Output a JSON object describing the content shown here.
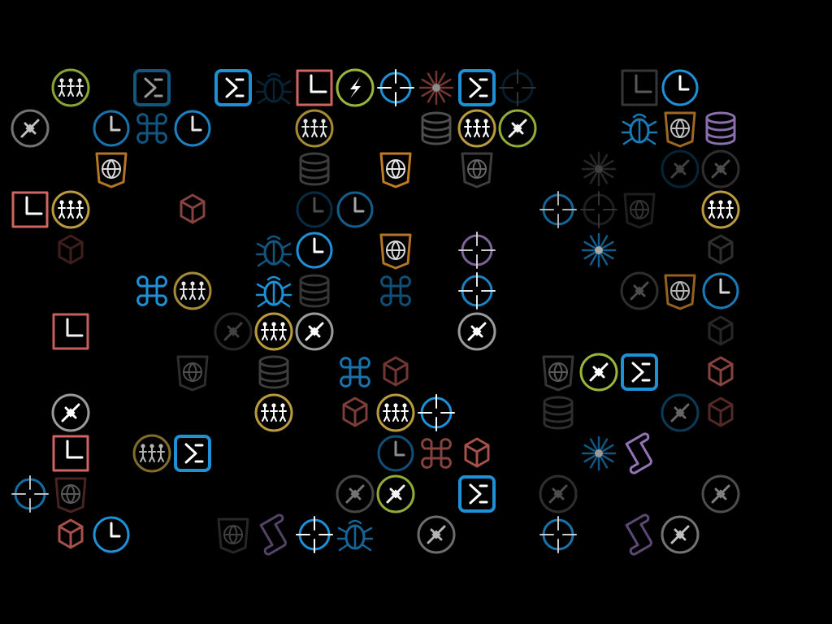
{
  "colors": {
    "background": "#000000",
    "white": "#ffffff",
    "blue": "#1e90d6",
    "green": "#9ab53c",
    "red": "#d0655f",
    "orange": "#d38a2e",
    "purple": "#9a7bc0",
    "grey": "#9a9a9a",
    "goldenrod": "#b99b3e"
  },
  "grid": {
    "columns": 18,
    "rows": 12
  },
  "icons": [
    {
      "c": 2,
      "r": 0,
      "type": "people-circle",
      "color": "green",
      "level": 0.9
    },
    {
      "c": 4,
      "r": 0,
      "type": "sigma-box",
      "color": "blue",
      "level": 0.6
    },
    {
      "c": 6,
      "r": 0,
      "type": "sigma-box",
      "color": "blue",
      "level": 1
    },
    {
      "c": 7,
      "r": 0,
      "type": "bug",
      "color": "blue",
      "level": 0.25
    },
    {
      "c": 8,
      "r": 0,
      "type": "clock-box",
      "color": "red",
      "level": 1
    },
    {
      "c": 9,
      "r": 0,
      "type": "bolt-circle",
      "color": "green",
      "level": 1
    },
    {
      "c": 10,
      "r": 0,
      "type": "crosshair",
      "color": "blue",
      "level": 1
    },
    {
      "c": 11,
      "r": 0,
      "type": "star-burst",
      "color": "red",
      "level": 0.55
    },
    {
      "c": 12,
      "r": 0,
      "type": "sigma-box",
      "color": "blue",
      "level": 1
    },
    {
      "c": 13,
      "r": 0,
      "type": "crosshair",
      "color": "blue",
      "level": 0.2
    },
    {
      "c": 16,
      "r": 0,
      "type": "clock-box",
      "color": "grey",
      "level": 0.35
    },
    {
      "c": 17,
      "r": 0,
      "type": "clock-circle",
      "color": "blue",
      "level": 1
    },
    {
      "c": 1,
      "r": 1,
      "type": "satellite-circle",
      "color": "grey",
      "level": 0.75
    },
    {
      "c": 3,
      "r": 1,
      "type": "clock-circle",
      "color": "blue",
      "level": 0.8
    },
    {
      "c": 4,
      "r": 1,
      "type": "command",
      "color": "blue",
      "level": 0.6
    },
    {
      "c": 5,
      "r": 1,
      "type": "clock-circle",
      "color": "blue",
      "level": 0.9
    },
    {
      "c": 8,
      "r": 1,
      "type": "people-circle",
      "color": "goldenrod",
      "level": 0.9
    },
    {
      "c": 11,
      "r": 1,
      "type": "database",
      "color": "grey",
      "level": 0.5
    },
    {
      "c": 12,
      "r": 1,
      "type": "people-circle",
      "color": "goldenrod",
      "level": 1
    },
    {
      "c": 13,
      "r": 1,
      "type": "satellite-circle",
      "color": "green",
      "level": 0.95
    },
    {
      "c": 16,
      "r": 1,
      "type": "bug",
      "color": "blue",
      "level": 0.85
    },
    {
      "c": 17,
      "r": 1,
      "type": "globe-shield",
      "color": "orange",
      "level": 0.75
    },
    {
      "c": 18,
      "r": 1,
      "type": "database",
      "color": "purple",
      "level": 0.9
    },
    {
      "c": 3,
      "r": 2,
      "type": "globe-shield",
      "color": "orange",
      "level": 0.85
    },
    {
      "c": 8,
      "r": 2,
      "type": "database",
      "color": "grey",
      "level": 0.4
    },
    {
      "c": 10,
      "r": 2,
      "type": "globe-shield",
      "color": "orange",
      "level": 0.9
    },
    {
      "c": 12,
      "r": 2,
      "type": "globe-shield",
      "color": "grey",
      "level": 0.4
    },
    {
      "c": 15,
      "r": 2,
      "type": "star-burst",
      "color": "grey",
      "level": 0.25
    },
    {
      "c": 17,
      "r": 2,
      "type": "satellite-circle",
      "color": "blue",
      "level": 0.25
    },
    {
      "c": 18,
      "r": 2,
      "type": "satellite-circle",
      "color": "grey",
      "level": 0.3
    },
    {
      "c": 1,
      "r": 3,
      "type": "clock-box",
      "color": "red",
      "level": 1
    },
    {
      "c": 2,
      "r": 3,
      "type": "people-circle",
      "color": "goldenrod",
      "level": 1
    },
    {
      "c": 5,
      "r": 3,
      "type": "cube",
      "color": "red",
      "level": 0.65
    },
    {
      "c": 8,
      "r": 3,
      "type": "clock-circle",
      "color": "blue",
      "level": 0.3
    },
    {
      "c": 9,
      "r": 3,
      "type": "clock-circle",
      "color": "blue",
      "level": 0.65
    },
    {
      "c": 14,
      "r": 3,
      "type": "crosshair",
      "color": "blue",
      "level": 0.7
    },
    {
      "c": 15,
      "r": 3,
      "type": "crosshair",
      "color": "grey",
      "level": 0.2
    },
    {
      "c": 16,
      "r": 3,
      "type": "globe-shield",
      "color": "grey",
      "level": 0.2
    },
    {
      "c": 18,
      "r": 3,
      "type": "people-circle",
      "color": "goldenrod",
      "level": 1
    },
    {
      "c": 2,
      "r": 4,
      "type": "cube",
      "color": "red",
      "level": 0.3
    },
    {
      "c": 7,
      "r": 4,
      "type": "bug",
      "color": "blue",
      "level": 0.6
    },
    {
      "c": 8,
      "r": 4,
      "type": "clock-circle",
      "color": "blue",
      "level": 1
    },
    {
      "c": 10,
      "r": 4,
      "type": "globe-shield",
      "color": "orange",
      "level": 0.85
    },
    {
      "c": 12,
      "r": 4,
      "type": "crosshair",
      "color": "purple",
      "level": 0.8
    },
    {
      "c": 15,
      "r": 4,
      "type": "star-burst",
      "color": "blue",
      "level": 0.65
    },
    {
      "c": 18,
      "r": 4,
      "type": "cube",
      "color": "grey",
      "level": 0.3
    },
    {
      "c": 4,
      "r": 5,
      "type": "command",
      "color": "blue",
      "level": 1
    },
    {
      "c": 5,
      "r": 5,
      "type": "people-circle",
      "color": "goldenrod",
      "level": 0.9
    },
    {
      "c": 7,
      "r": 5,
      "type": "bug",
      "color": "blue",
      "level": 1
    },
    {
      "c": 8,
      "r": 5,
      "type": "database",
      "color": "grey",
      "level": 0.35
    },
    {
      "c": 10,
      "r": 5,
      "type": "command",
      "color": "blue",
      "level": 0.55
    },
    {
      "c": 12,
      "r": 5,
      "type": "crosshair",
      "color": "blue",
      "level": 0.9
    },
    {
      "c": 16,
      "r": 5,
      "type": "satellite-circle",
      "color": "grey",
      "level": 0.3
    },
    {
      "c": 17,
      "r": 5,
      "type": "globe-shield",
      "color": "orange",
      "level": 0.7
    },
    {
      "c": 18,
      "r": 5,
      "type": "clock-circle",
      "color": "blue",
      "level": 0.85
    },
    {
      "c": 2,
      "r": 6,
      "type": "clock-box",
      "color": "red",
      "level": 0.95
    },
    {
      "c": 6,
      "r": 6,
      "type": "satellite-circle",
      "color": "grey",
      "level": 0.25
    },
    {
      "c": 7,
      "r": 6,
      "type": "people-circle",
      "color": "goldenrod",
      "level": 1
    },
    {
      "c": 8,
      "r": 6,
      "type": "satellite-circle",
      "color": "grey",
      "level": 1
    },
    {
      "c": 12,
      "r": 6,
      "type": "satellite-circle",
      "color": "grey",
      "level": 1
    },
    {
      "c": 18,
      "r": 6,
      "type": "cube",
      "color": "grey",
      "level": 0.25
    },
    {
      "c": 5,
      "r": 7,
      "type": "globe-shield",
      "color": "grey",
      "level": 0.3
    },
    {
      "c": 7,
      "r": 7,
      "type": "database",
      "color": "grey",
      "level": 0.4
    },
    {
      "c": 9,
      "r": 7,
      "type": "command",
      "color": "blue",
      "level": 0.8
    },
    {
      "c": 10,
      "r": 7,
      "type": "cube",
      "color": "red",
      "level": 0.55
    },
    {
      "c": 14,
      "r": 7,
      "type": "globe-shield",
      "color": "grey",
      "level": 0.35
    },
    {
      "c": 15,
      "r": 7,
      "type": "satellite-circle",
      "color": "green",
      "level": 1
    },
    {
      "c": 16,
      "r": 7,
      "type": "sigma-box",
      "color": "blue",
      "level": 1
    },
    {
      "c": 18,
      "r": 7,
      "type": "cube",
      "color": "red",
      "level": 0.65
    },
    {
      "c": 2,
      "r": 8,
      "type": "satellite-circle",
      "color": "grey",
      "level": 1
    },
    {
      "c": 7,
      "r": 8,
      "type": "people-circle",
      "color": "goldenrod",
      "level": 1
    },
    {
      "c": 9,
      "r": 8,
      "type": "cube",
      "color": "red",
      "level": 0.6
    },
    {
      "c": 10,
      "r": 8,
      "type": "people-circle",
      "color": "goldenrod",
      "level": 1
    },
    {
      "c": 11,
      "r": 8,
      "type": "crosshair",
      "color": "blue",
      "level": 1
    },
    {
      "c": 14,
      "r": 8,
      "type": "database",
      "color": "grey",
      "level": 0.3
    },
    {
      "c": 17,
      "r": 8,
      "type": "satellite-circle",
      "color": "blue",
      "level": 0.4
    },
    {
      "c": 18,
      "r": 8,
      "type": "cube",
      "color": "red",
      "level": 0.4
    },
    {
      "c": 2,
      "r": 9,
      "type": "clock-box",
      "color": "red",
      "level": 1
    },
    {
      "c": 4,
      "r": 9,
      "type": "people-circle",
      "color": "goldenrod",
      "level": 0.7
    },
    {
      "c": 5,
      "r": 9,
      "type": "sigma-box",
      "color": "blue",
      "level": 1
    },
    {
      "c": 10,
      "r": 9,
      "type": "clock-circle",
      "color": "blue",
      "level": 0.55
    },
    {
      "c": 11,
      "r": 9,
      "type": "command",
      "color": "red",
      "level": 0.65
    },
    {
      "c": 12,
      "r": 9,
      "type": "cube",
      "color": "red",
      "level": 0.8
    },
    {
      "c": 15,
      "r": 9,
      "type": "star-burst",
      "color": "blue",
      "level": 0.6
    },
    {
      "c": 16,
      "r": 9,
      "type": "scroll",
      "color": "purple",
      "level": 0.95
    },
    {
      "c": 1,
      "r": 10,
      "type": "crosshair",
      "color": "blue",
      "level": 0.75
    },
    {
      "c": 2,
      "r": 10,
      "type": "globe-shield",
      "color": "red",
      "level": 0.35
    },
    {
      "c": 9,
      "r": 10,
      "type": "satellite-circle",
      "color": "grey",
      "level": 0.45
    },
    {
      "c": 10,
      "r": 10,
      "type": "satellite-circle",
      "color": "green",
      "level": 0.95
    },
    {
      "c": 12,
      "r": 10,
      "type": "sigma-box",
      "color": "blue",
      "level": 1
    },
    {
      "c": 14,
      "r": 10,
      "type": "satellite-circle",
      "color": "grey",
      "level": 0.3
    },
    {
      "c": 18,
      "r": 10,
      "type": "satellite-circle",
      "color": "grey",
      "level": 0.5
    },
    {
      "c": 2,
      "r": 11,
      "type": "cube",
      "color": "red",
      "level": 0.8
    },
    {
      "c": 3,
      "r": 11,
      "type": "clock-circle",
      "color": "blue",
      "level": 1
    },
    {
      "c": 6,
      "r": 11,
      "type": "globe-shield",
      "color": "grey",
      "level": 0.25
    },
    {
      "c": 7,
      "r": 11,
      "type": "scroll",
      "color": "purple",
      "level": 0.55
    },
    {
      "c": 8,
      "r": 11,
      "type": "crosshair",
      "color": "blue",
      "level": 1
    },
    {
      "c": 9,
      "r": 11,
      "type": "bug",
      "color": "blue",
      "level": 0.7
    },
    {
      "c": 11,
      "r": 11,
      "type": "satellite-circle",
      "color": "grey",
      "level": 0.7
    },
    {
      "c": 14,
      "r": 11,
      "type": "crosshair",
      "color": "blue",
      "level": 0.8
    },
    {
      "c": 16,
      "r": 11,
      "type": "scroll",
      "color": "purple",
      "level": 0.6
    },
    {
      "c": 17,
      "r": 11,
      "type": "satellite-circle",
      "color": "grey",
      "level": 0.75
    }
  ]
}
